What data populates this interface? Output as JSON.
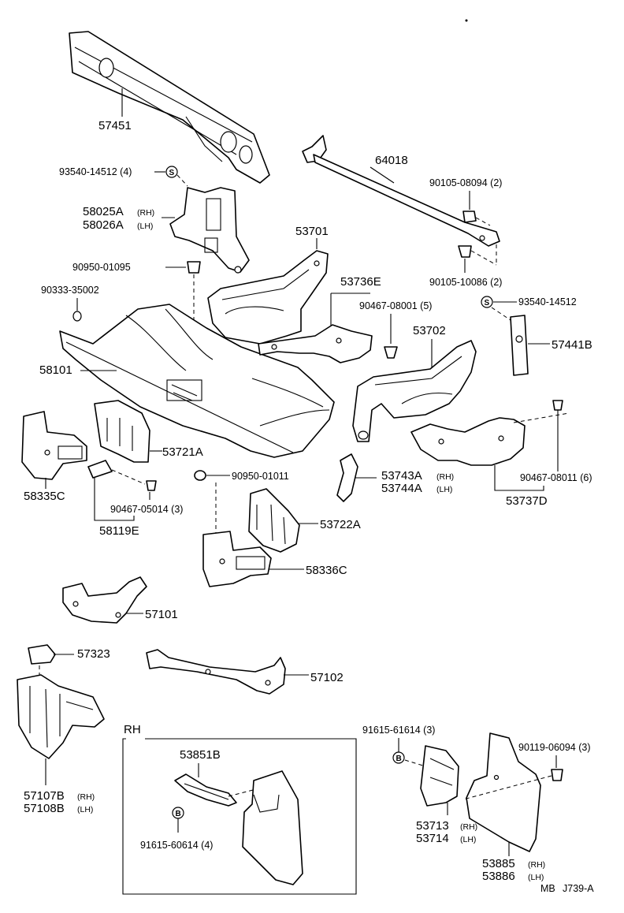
{
  "labels": {
    "p57451": "57451",
    "p93540a": "93540-14512 (4)",
    "p58025a": "58025A",
    "p58026a": "58026A",
    "p90950a": "90950-01095",
    "p90333": "90333-35002",
    "p58101": "58101",
    "p53701": "53701",
    "p53736e": "53736E",
    "p90467a": "90467-08001 (5)",
    "p53702": "53702",
    "p64018": "64018",
    "p90105a": "90105-08094 (2)",
    "p90105b": "90105-10086 (2)",
    "p93540b": "93540-14512",
    "p57441b": "57441B",
    "p58335c": "58335C",
    "p53721a": "53721A",
    "p90467b": "90467-05014 (3)",
    "p58119e": "58119E",
    "p90950b": "90950-01011",
    "p53743a": "53743A",
    "p53744a": "53744A",
    "p90467c": "90467-08011 (6)",
    "p53737d": "53737D",
    "p53722a": "53722A",
    "p58336c": "58336C",
    "p57101": "57101",
    "p57323": "57323",
    "p57102": "57102",
    "p57107b": "57107B",
    "p57108b": "57108B",
    "p53851b": "53851B",
    "p91615b": "91615-60614 (4)",
    "p91615a": "91615-61614 (3)",
    "p53713": "53713",
    "p53714": "53714",
    "p90119": "90119-06094 (3)",
    "p53885": "53885",
    "p53886": "53886"
  },
  "sides": {
    "rh": "(RH)",
    "lh": "(LH)"
  },
  "symbols": {
    "s": "S",
    "b": "B"
  },
  "box_title": "RH",
  "footer": {
    "left": "MB",
    "right": "J739-A"
  }
}
